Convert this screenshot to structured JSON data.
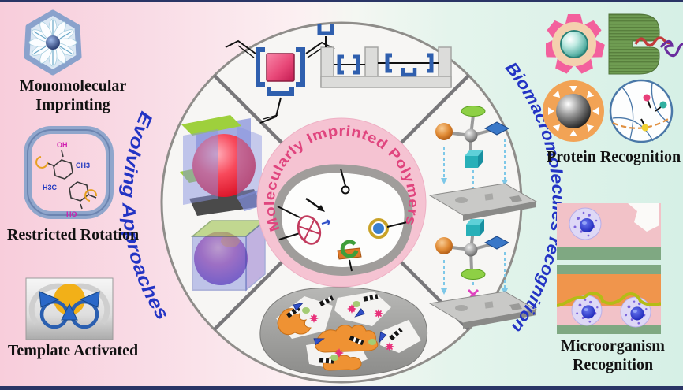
{
  "figure": {
    "type": "graphical-abstract",
    "center_title": "Molecularly Imprinted Polymers",
    "arc_left": "Evolving Approaches",
    "arc_right": "Biomacromolecules recognition"
  },
  "left_panel": {
    "items": [
      {
        "label": "Monomolecular Imprinting",
        "icon": "micelle-hexagon-icon"
      },
      {
        "label": "Restricted Rotation",
        "icon": "macrocycle-chemicals-icon"
      },
      {
        "label": "Template Activated",
        "icon": "template-activated-icon"
      }
    ],
    "chem_labels": {
      "oh": "OH",
      "h3c": "H3C",
      "ch3": "CH3",
      "ho": "HO"
    }
  },
  "right_panel": {
    "groups": [
      {
        "label": "Protein Recognition",
        "icons": [
          "virus-particle-icon",
          "protein-ribbon-block-icon",
          "nanoparticle-ring-icon",
          "cell-membrane-icon"
        ]
      },
      {
        "label": "Microorganism Recognition",
        "icons": [
          "cell-imprint-cavity-icon",
          "membrane-capture-icon"
        ]
      }
    ]
  },
  "quadrants": {
    "top": "functional-monomers-icon",
    "left": "packing-cubes-icon",
    "right": "surface-imprinting-icon",
    "bottom": "polymer-matrix-icon",
    "center": "imprinted-cavity-icon"
  },
  "colors": {
    "background_left": "#f8cddb",
    "background_right": "#d6f0e6",
    "frame_line": "#2a3566",
    "outer_circle_fill": "#f7f6f4",
    "outer_circle_border": "#8f8d8a",
    "inner_circle_fill": "#f5c3d2",
    "center_title_text": "#e0457e",
    "arc_text": "#2334c4",
    "label_text": "#121212"
  }
}
